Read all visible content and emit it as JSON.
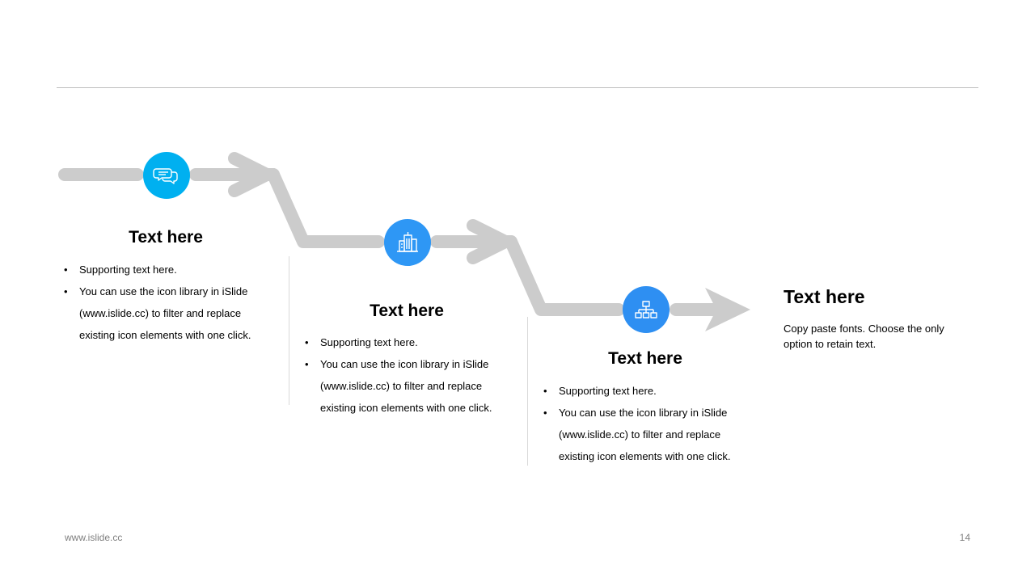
{
  "steps": [
    {
      "title": "Text here",
      "icon": "chat-bubbles-icon",
      "bullets": [
        "Supporting text here.",
        "You can use the icon library in iSlide (www.islide.cc) to filter and replace existing icon elements with one click."
      ]
    },
    {
      "title": "Text here",
      "icon": "buildings-icon",
      "bullets": [
        "Supporting text here.",
        "You can use the icon library in iSlide (www.islide.cc) to filter and replace existing icon elements with one click."
      ]
    },
    {
      "title": "Text here",
      "icon": "org-chart-icon",
      "bullets": [
        "Supporting text here.",
        "You can use the icon library in iSlide (www.islide.cc) to filter and replace existing icon elements with one click."
      ]
    }
  ],
  "final": {
    "title": "Text here",
    "body": "Copy paste fonts. Choose the only option to retain text."
  },
  "footer": {
    "website": "www.islide.cc",
    "page_number": "14"
  },
  "colors": {
    "path": "#cccccc",
    "icon_1": "#00b0f0",
    "icon_2": "#2e97f5",
    "icon_3": "#2e8ff2"
  }
}
